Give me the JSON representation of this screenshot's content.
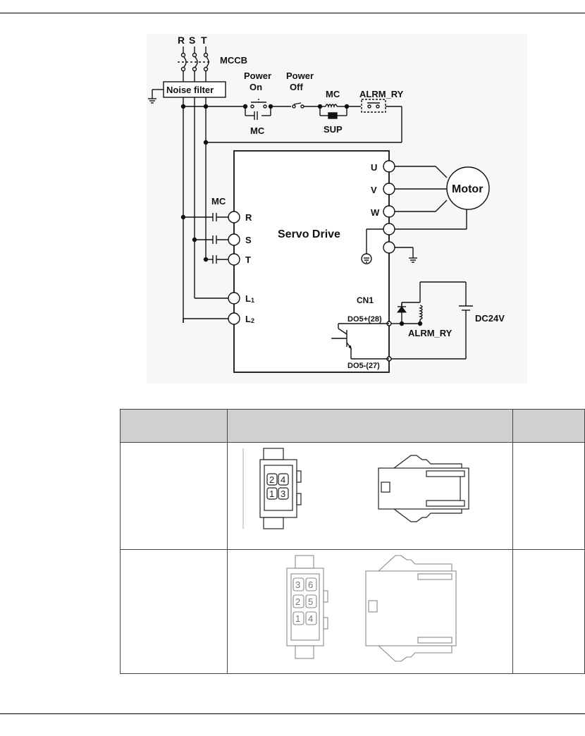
{
  "page": {},
  "diagram": {
    "labels": {
      "R": "R",
      "S": "S",
      "T": "T",
      "mccb": "MCCB",
      "noise_filter": "Noise filter",
      "power_on_1": "Power",
      "power_on_2": "On",
      "power_off_1": "Power",
      "power_off_2": "Off",
      "mc_top": "MC",
      "alrm_top": "ALRM_RY",
      "mc_contact": "MC",
      "sup": "SUP",
      "u": "U",
      "v": "V",
      "w": "W",
      "motor": "Motor",
      "mc_left": "MC",
      "in_r": "R",
      "in_s": "S",
      "in_t": "T",
      "in_l1": "L",
      "in_l1_sub": "1",
      "in_l2": "L",
      "in_l2_sub": "2",
      "servo_drive": "Servo Drive",
      "cn1": "CN1",
      "do5_plus": "DO5+(28)",
      "do5_minus": "DO5-(27)",
      "dc24v": "DC24V",
      "alrm_bottom": "ALRM_RY"
    }
  },
  "table": {
    "headers": [
      "",
      "",
      ""
    ],
    "rows": [
      {
        "pins": [
          "2",
          "4",
          "1",
          "3"
        ]
      },
      {
        "pins": [
          "3",
          "6",
          "2",
          "5",
          "1",
          "4"
        ]
      }
    ]
  }
}
